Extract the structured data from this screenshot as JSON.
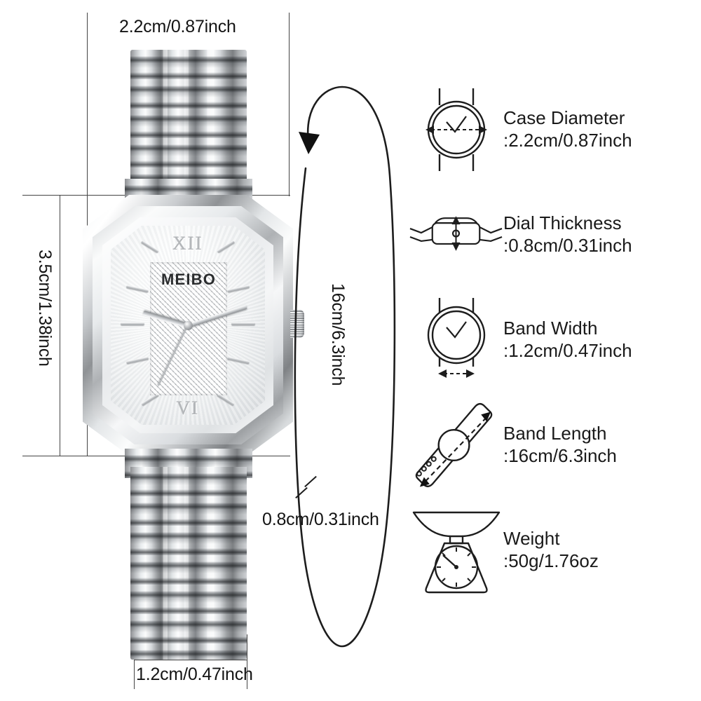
{
  "product": {
    "brand": "MEIBO",
    "dial_numeral_top": "XII",
    "dial_numeral_bottom": "VI"
  },
  "photo_dimensions": [
    {
      "id": "case-width",
      "label": "2.2cm/0.87inch",
      "orientation": "horizontal",
      "position": "top"
    },
    {
      "id": "case-height",
      "label": "3.5cm/1.38inch",
      "orientation": "vertical",
      "position": "left"
    },
    {
      "id": "band-length",
      "label": "16cm/6.3inch",
      "orientation": "vertical",
      "position": "center"
    },
    {
      "id": "thickness",
      "label": "0.8cm/0.31inch",
      "orientation": "horizontal",
      "position": "mid-right"
    },
    {
      "id": "band-width",
      "label": "1.2cm/0.47inch",
      "orientation": "horizontal",
      "position": "bottom"
    }
  ],
  "specs": [
    {
      "icon": "watch-case-diameter-icon",
      "name": "Case Diameter",
      "value": ":2.2cm/0.87inch"
    },
    {
      "icon": "watch-side-thickness-icon",
      "name": "Dial Thickness",
      "value": ":0.8cm/0.31inch"
    },
    {
      "icon": "watch-band-width-icon",
      "name": "Band Width",
      "value": ":1.2cm/0.47inch"
    },
    {
      "icon": "watch-strap-length-icon",
      "name": "Band Length",
      "value": ":16cm/6.3inch"
    },
    {
      "icon": "kitchen-scale-icon",
      "name": "Weight",
      "value": ":50g/1.76oz"
    }
  ],
  "colors": {
    "background": "#ffffff",
    "text": "#1a1a1a",
    "guide_line": "#444444",
    "icon_stroke": "#1d1d1d"
  }
}
